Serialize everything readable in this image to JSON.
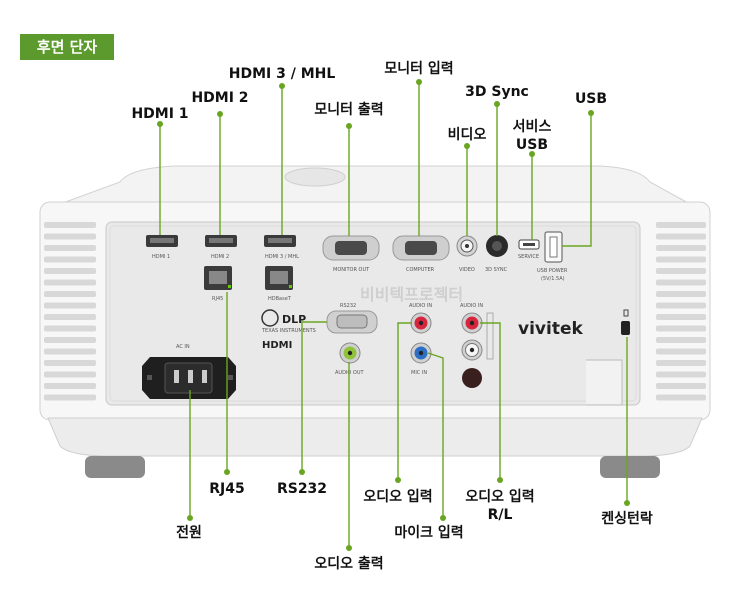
{
  "header": {
    "title": "후면 단자"
  },
  "callouts": {
    "hdmi1": "HDMI 1",
    "hdmi2": "HDMI 2",
    "hdmi3": "HDMI 3 / MHL",
    "monitor_out": "모니터 출력",
    "monitor_in": "모니터 입력",
    "video": "비디오",
    "sync3d": "3D Sync",
    "service_usb": "서비스\nUSB",
    "usb": "USB",
    "power": "전원",
    "rj45": "RJ45",
    "rs232": "RS232",
    "audio_in": "오디오 입력",
    "mic_in": "마이크 입력",
    "audio_out": "오디오 출력",
    "audio_in_rl": "오디오 입력\nR/L",
    "kensington": "켄싱턴락"
  },
  "panel": {
    "hdmi1": "HDMI 1",
    "hdmi2": "HDMI 2",
    "hdmi3": "HDMI 3 / MHL",
    "monitor_out": "MONITOR OUT",
    "computer": "COMPUTER",
    "video": "VIDEO",
    "sync3d": "3D SYNC",
    "service": "SERVICE",
    "usb_power": "USB POWER",
    "usb_power_spec": "(5V/1.5A)",
    "rj45": "RJ45",
    "hdbaset": "HDBaseT",
    "rs232": "RS232",
    "audio_in_1": "AUDIO IN",
    "audio_in_2": "AUDIO IN",
    "audio_out": "AUDIO OUT",
    "mic_in": "MIC IN",
    "ac_in": "AC IN",
    "dlp": "DLP",
    "dlp_sub": "TEXAS INSTRUMENTS",
    "hdmi_logo": "HDMI",
    "brand": "vivitek"
  },
  "watermark": "비비텍프로젝터",
  "colors": {
    "accent": "#5c9a2e",
    "leader": "#6aa522"
  }
}
